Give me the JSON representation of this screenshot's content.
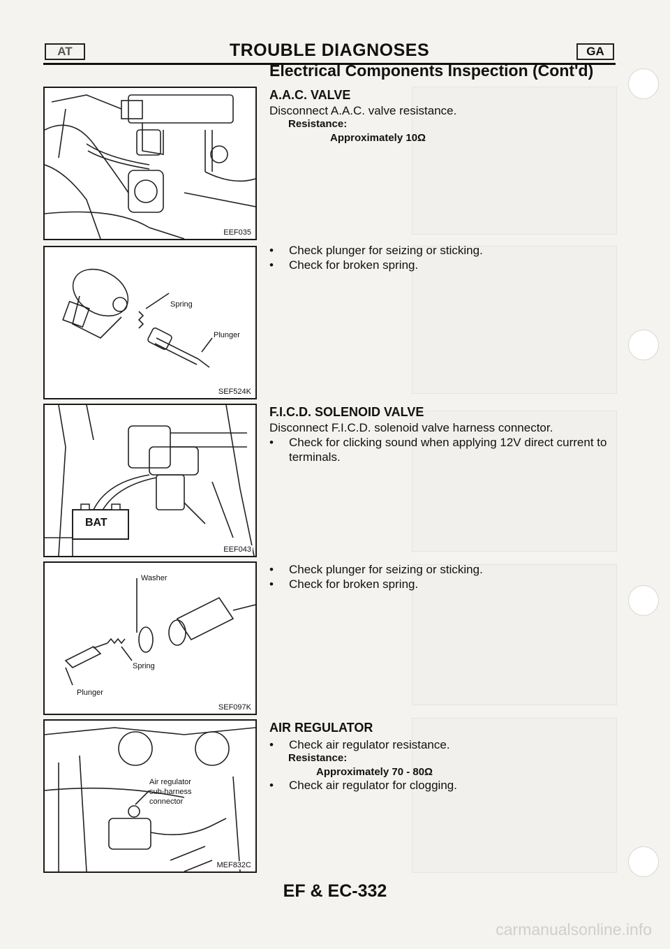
{
  "header": {
    "left_tag": "AT",
    "title": "TROUBLE DIAGNOSES",
    "right_tag": "GA",
    "section_title": "Electrical Components Inspection (Cont'd)"
  },
  "sections": {
    "aac": {
      "heading": "A.A.C. VALVE",
      "line1": "Disconnect A.A.C. valve resistance.",
      "label": "Resistance:",
      "value": "Approximately 10Ω",
      "figure_code": "EEF035"
    },
    "plunger1": {
      "bullet1": "Check plunger for seizing or sticking.",
      "bullet2": "Check for broken spring.",
      "figure_code": "SEF524K",
      "label_spring": "Spring",
      "label_plunger": "Plunger"
    },
    "ficd": {
      "heading": "F.I.C.D. SOLENOID VALVE",
      "line1": "Disconnect F.I.C.D. solenoid valve harness connector.",
      "bullet1": "Check for clicking sound when applying 12V direct current to terminals.",
      "figure_code": "EEF043",
      "label_bat": "BAT"
    },
    "plunger2": {
      "bullet1": "Check plunger for seizing or sticking.",
      "bullet2": "Check for broken spring.",
      "figure_code": "SEF097K",
      "label_washer": "Washer",
      "label_spring": "Spring",
      "label_plunger": "Plunger"
    },
    "air": {
      "heading": "AIR REGULATOR",
      "bullet1": "Check air regulator resistance.",
      "label": "Resistance:",
      "value": "Approximately 70 - 80Ω",
      "bullet2": "Check air regulator for clogging.",
      "figure_code": "MEF832C",
      "callout1": "Air regulator",
      "callout2": "sub-harness",
      "callout3": "connector"
    }
  },
  "footer": {
    "page_number": "EF & EC-332",
    "watermark": "carmanualsonline.info"
  }
}
